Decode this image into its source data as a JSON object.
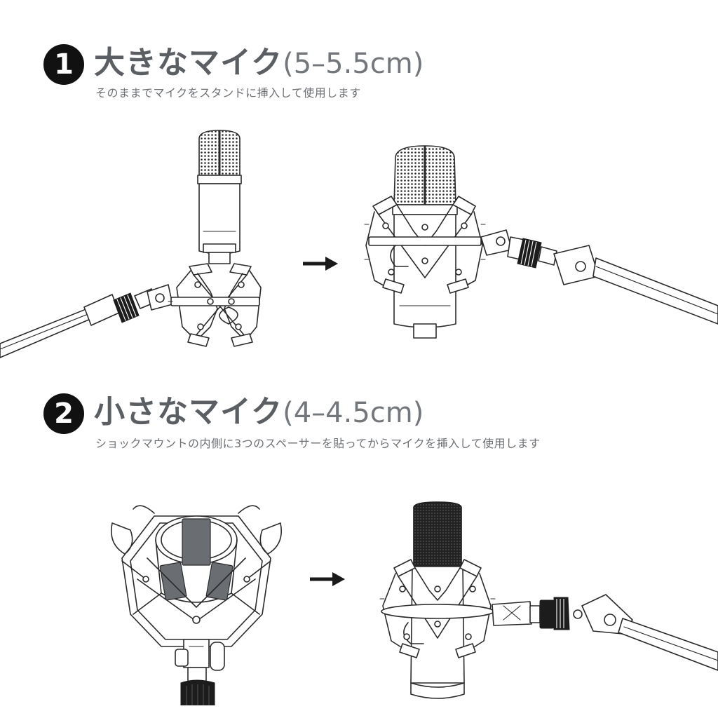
{
  "steps": [
    {
      "number": "1",
      "title": "大きなマイク",
      "size": "(5–5.5cm)",
      "description": "そのままでマイクをスタンドに挿入して使用します"
    },
    {
      "number": "2",
      "title": "小さなマイク",
      "size": "(4–4.5cm)",
      "description": "ショックマウントの内側に3つのスペーサーを貼ってからマイクを挿入して使用します"
    }
  ],
  "colors": {
    "text": "#5b5f63",
    "badge": "#111111",
    "line": "#2a2a2a",
    "spacer": "#6a6e72"
  },
  "icons": {
    "arrow": "right-arrow-icon",
    "badge": "number-circle-icon"
  }
}
